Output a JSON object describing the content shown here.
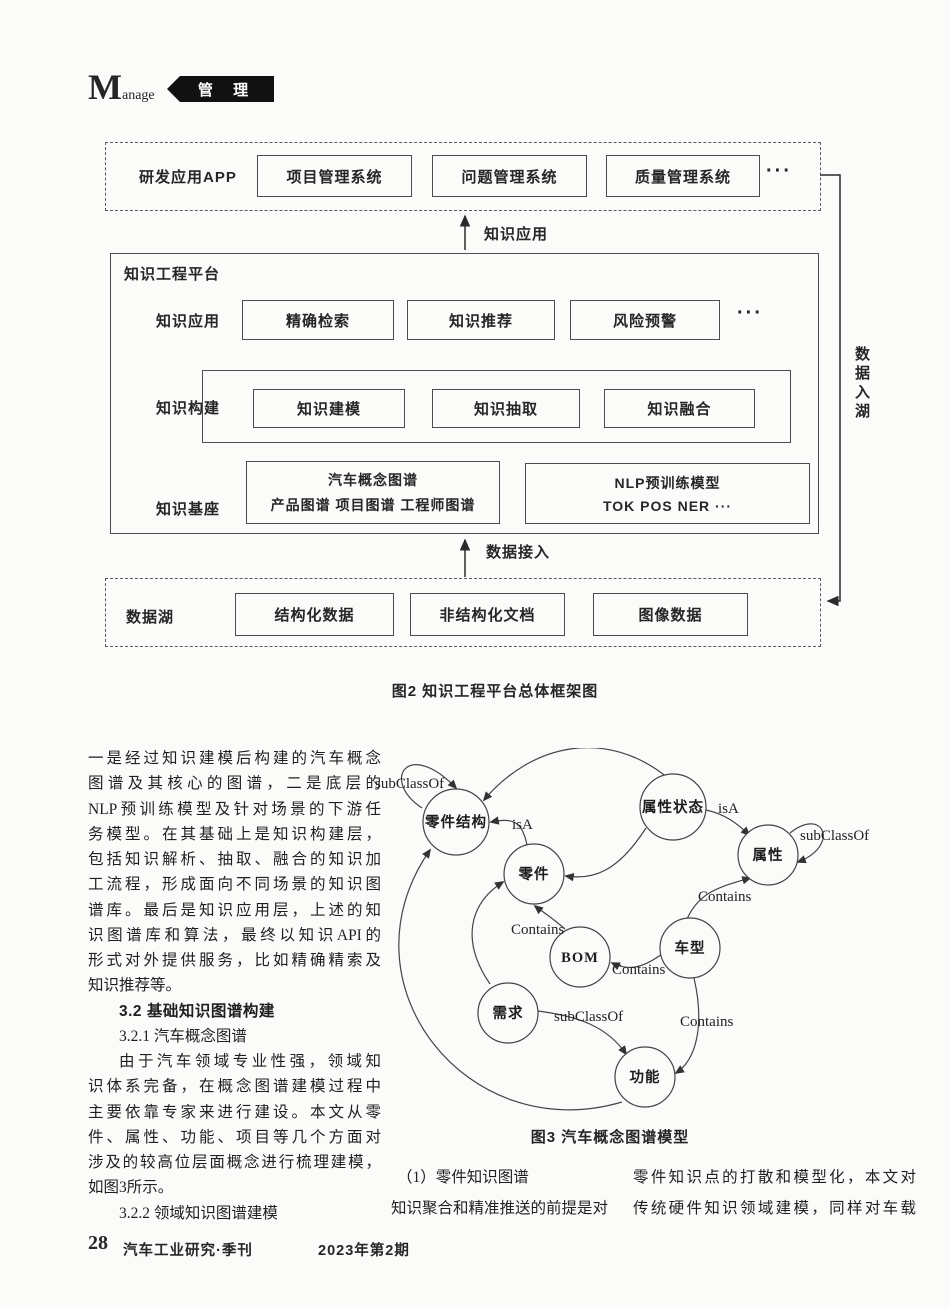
{
  "header": {
    "logo_m": "M",
    "logo_rest": "anage",
    "tag": "管 理"
  },
  "fig2": {
    "app_label": "研发应用APP",
    "app_boxes": [
      "项目管理系统",
      "问题管理系统",
      "质量管理系统"
    ],
    "dots": "···",
    "arrow_app": "知识应用",
    "platform_title": "知识工程平台",
    "row_app_label": "知识应用",
    "row_app_boxes": [
      "精确检索",
      "知识推荐",
      "风险预警"
    ],
    "row_build_label": "知识构建",
    "row_build_boxes": [
      "知识建模",
      "知识抽取",
      "知识融合"
    ],
    "row_base_label": "知识基座",
    "graph_box_line1": "汽车概念图谱",
    "graph_box_line2": "产品图谱  项目图谱  工程师图谱",
    "nlp_box_line1": "NLP预训练模型",
    "nlp_box_line2": "TOK  POS  NER ···",
    "arrow_data": "数据接入",
    "lake_label": "数据湖",
    "lake_boxes": [
      "结构化数据",
      "非结构化文档",
      "图像数据"
    ],
    "side_arrow": "数据入湖",
    "caption": "图2 知识工程平台总体框架图"
  },
  "fig3": {
    "nodes": [
      "零件结构",
      "属性状态",
      "属性",
      "零件",
      "BOM",
      "车型",
      "需求",
      "功能"
    ],
    "edge_labels": [
      "subClassOf",
      "isA",
      "isA",
      "subClassOf",
      "Contains",
      "Contains",
      "Contains",
      "subClassOf",
      "Contains"
    ],
    "caption": "图3 汽车概念图谱模型"
  },
  "body_text": {
    "p1": [
      "一是经过知识建模后构建的汽车概念",
      "图谱及其核心的图谱，二是底层的",
      "NLP预训练模型及针对场景的下游任",
      "务模型。在其基础上是知识构建层，",
      "包括知识解析、抽取、融合的知识加",
      "工流程，形成面向不同场景的知识图",
      "谱库。最后是知识应用层，上述的知",
      "识图谱库和算法，最终以知识API的",
      "形式对外提供服务，比如精确精索及",
      "知识推荐等。"
    ],
    "h32": "3.2 基础知识图谱构建",
    "h321": "3.2.1 汽车概念图谱",
    "p2": [
      "由于汽车领域专业性强，领域知",
      "识体系完备，在概念图谱建模过程中",
      "主要依靠专家来进行建设。本文从零",
      "件、属性、功能、项目等几个方面对",
      "涉及的较高位层面概念进行梳理建模，",
      "如图3所示。"
    ],
    "h322": "3.2.2 领域知识图谱建模"
  },
  "columns": {
    "mid": [
      "（1）零件知识图谱",
      "知识聚合和精准推送的前提是对"
    ],
    "right": [
      "零件知识点的打散和模型化，本文对",
      "传统硬件知识领域建模，同样对车载"
    ]
  },
  "footer": {
    "page": "28",
    "journal": "汽车工业研究·季刊",
    "issue": "2023年第2期"
  }
}
